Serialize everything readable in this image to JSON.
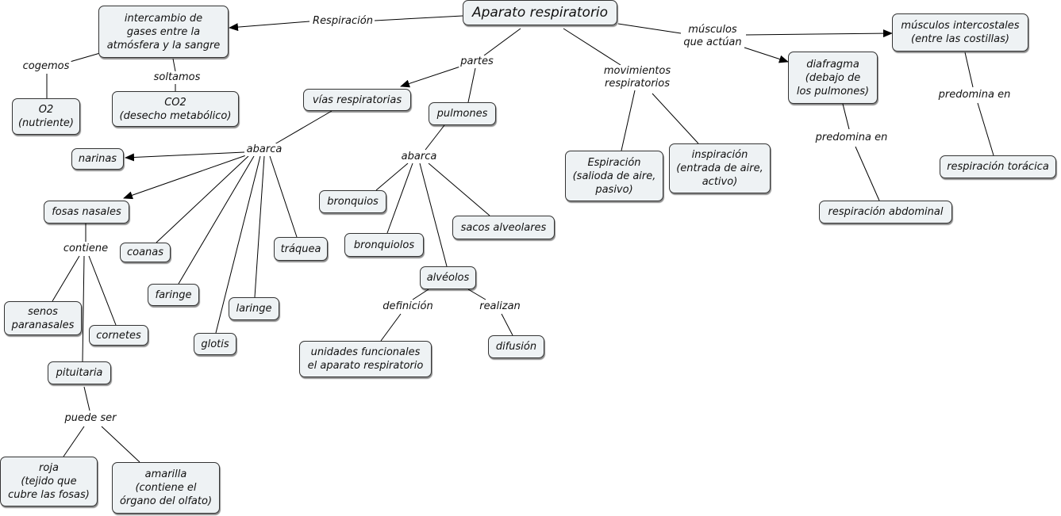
{
  "nodes": {
    "root": "Aparato respiratorio",
    "intercambio": "intercambio de\ngases entre la\natmósfera y la sangre",
    "o2": "O2\n(nutriente)",
    "co2": "CO2\n(desecho metabólico)",
    "vias": "vías respiratorias",
    "pulmones": "pulmones",
    "narinas": "narinas",
    "fosas": "fosas nasales",
    "coanas": "coanas",
    "faringe": "faringe",
    "traquea": "tráquea",
    "laringe": "laringe",
    "glotis": "glotis",
    "senos": "senos\nparanasales",
    "cornetes": "cornetes",
    "pituitaria": "pituitaria",
    "roja": "roja\n(tejido que\ncubre las fosas)",
    "amarilla": "amarilla\n(contiene el\nórgano del olfato)",
    "bronquios": "bronquios",
    "bronquiolos": "bronquiolos",
    "sacos": "sacos alveolares",
    "alveolos": "alvéolos",
    "unidades": "unidades funcionales\nel aparato respiratorio",
    "difusion": "difusión",
    "espiracion": "Espiración\n(salioda de aire,\npasivo)",
    "inspiracion": "inspiración\n(entrada de aire,\nactivo)",
    "intercostales": "músculos intercostales\n(entre las costillas)",
    "diafragma": "diafragma\n(debajo de\nlos pulmones)",
    "toracica": "respiración torácica",
    "abdominal": "respiración abdominal"
  },
  "links": {
    "respiracion": "Respiración",
    "cogemos": "cogemos",
    "soltamos": "soltamos",
    "partes": "partes",
    "abarca1": "abarca",
    "abarca2": "abarca",
    "contiene": "contiene",
    "puede_ser": "puede ser",
    "definicion": "definición",
    "realizan": "realizan",
    "movimientos": "movimientos\nrespiratorios",
    "musculos": "músculos\nque actúan",
    "predomina1": "predomina en",
    "predomina2": "predomina en"
  }
}
